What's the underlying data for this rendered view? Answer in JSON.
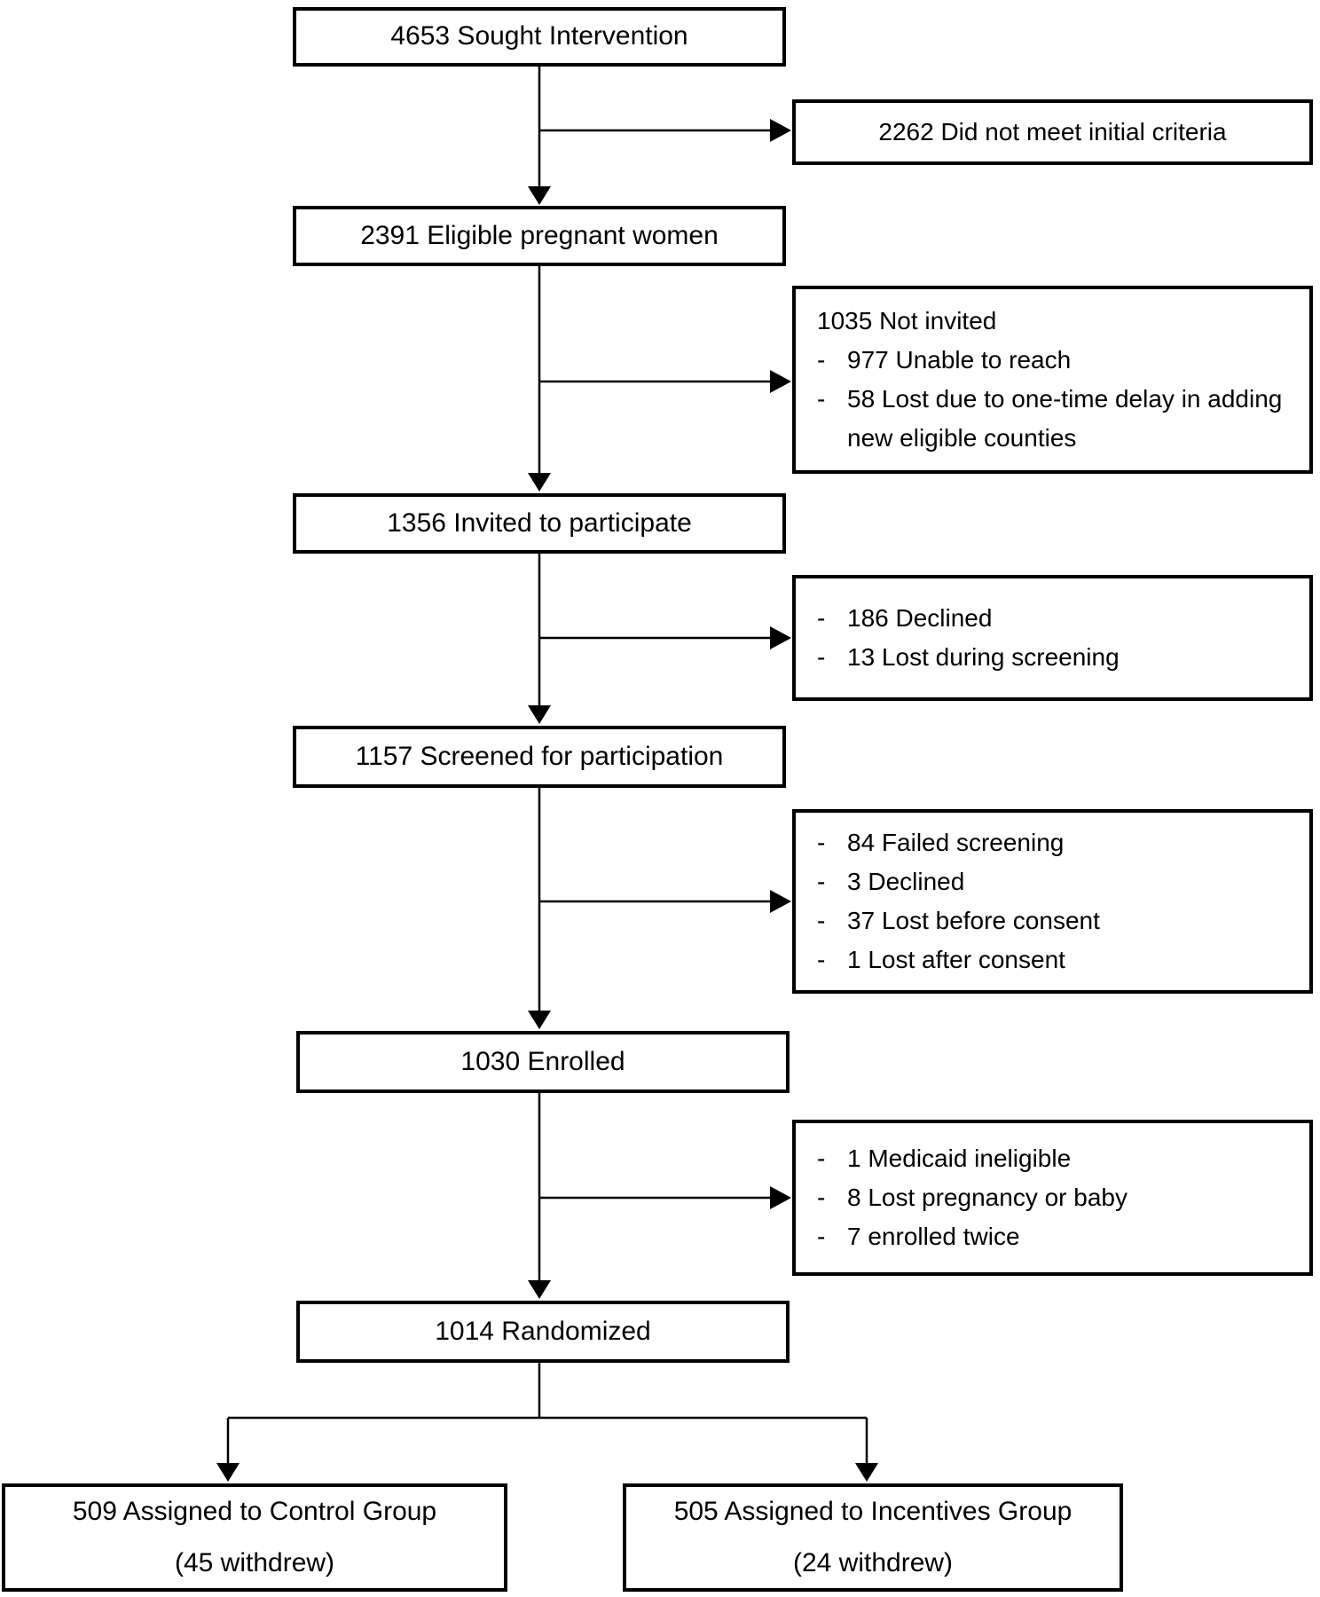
{
  "flowchart": {
    "bullet_char": "-",
    "nodes": {
      "sought": {
        "label": "4653 Sought Intervention"
      },
      "not_met": {
        "label": "2262 Did not meet initial criteria"
      },
      "eligible": {
        "label": "2391 Eligible pregnant women"
      },
      "not_invited": {
        "title": "1035 Not invited",
        "items": [
          "977 Unable to reach",
          "58 Lost due to one-time delay in adding new eligible counties"
        ]
      },
      "invited": {
        "label": "1356 Invited to participate"
      },
      "pre_screen_loss": {
        "items": [
          "186 Declined",
          "13 Lost during screening"
        ]
      },
      "screened": {
        "label": "1157 Screened for participation"
      },
      "screen_loss": {
        "items": [
          "84 Failed screening",
          "3 Declined",
          "37 Lost before consent",
          "1 Lost after consent"
        ]
      },
      "enrolled": {
        "label": "1030 Enrolled"
      },
      "enroll_loss": {
        "items": [
          "1 Medicaid ineligible",
          "8 Lost pregnancy or baby",
          "7 enrolled twice"
        ]
      },
      "randomized": {
        "label": "1014 Randomized"
      },
      "control": {
        "line1": "509 Assigned to Control Group",
        "line2": "(45 withdrew)"
      },
      "incentives": {
        "line1": "505 Assigned to Incentives Group",
        "line2": "(24 withdrew)"
      }
    },
    "line_color": "#000000",
    "background_color": "#ffffff"
  }
}
